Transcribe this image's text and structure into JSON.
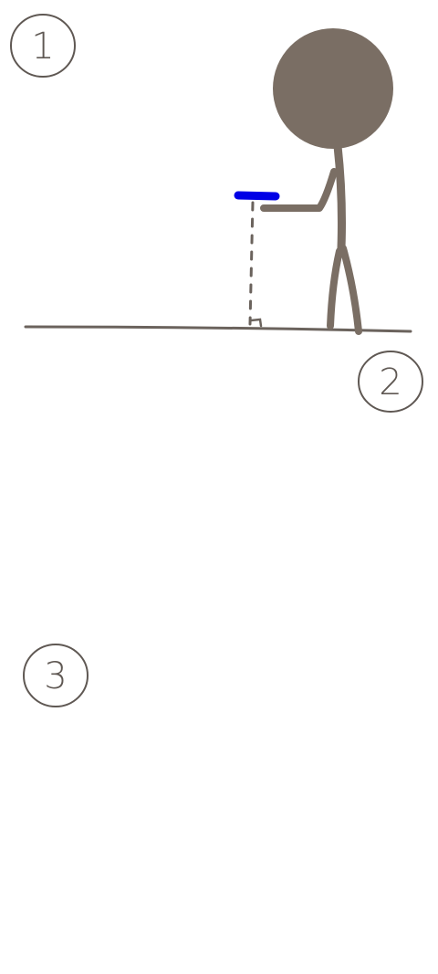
{
  "panels": [
    {
      "number": "1"
    },
    {
      "number": "2"
    },
    {
      "number": "3"
    }
  ],
  "colors": {
    "figure": "#7a6e64",
    "line": "#6b635d",
    "object": "#0000e6",
    "circle_stroke": "#5f5853"
  },
  "elements": {
    "ground_line": "ground-line",
    "stick_figure": "stick-figure",
    "held_object": "blue-object",
    "drop_line": "dashed-drop-line",
    "right_angle_marker": "right-angle-marker"
  }
}
